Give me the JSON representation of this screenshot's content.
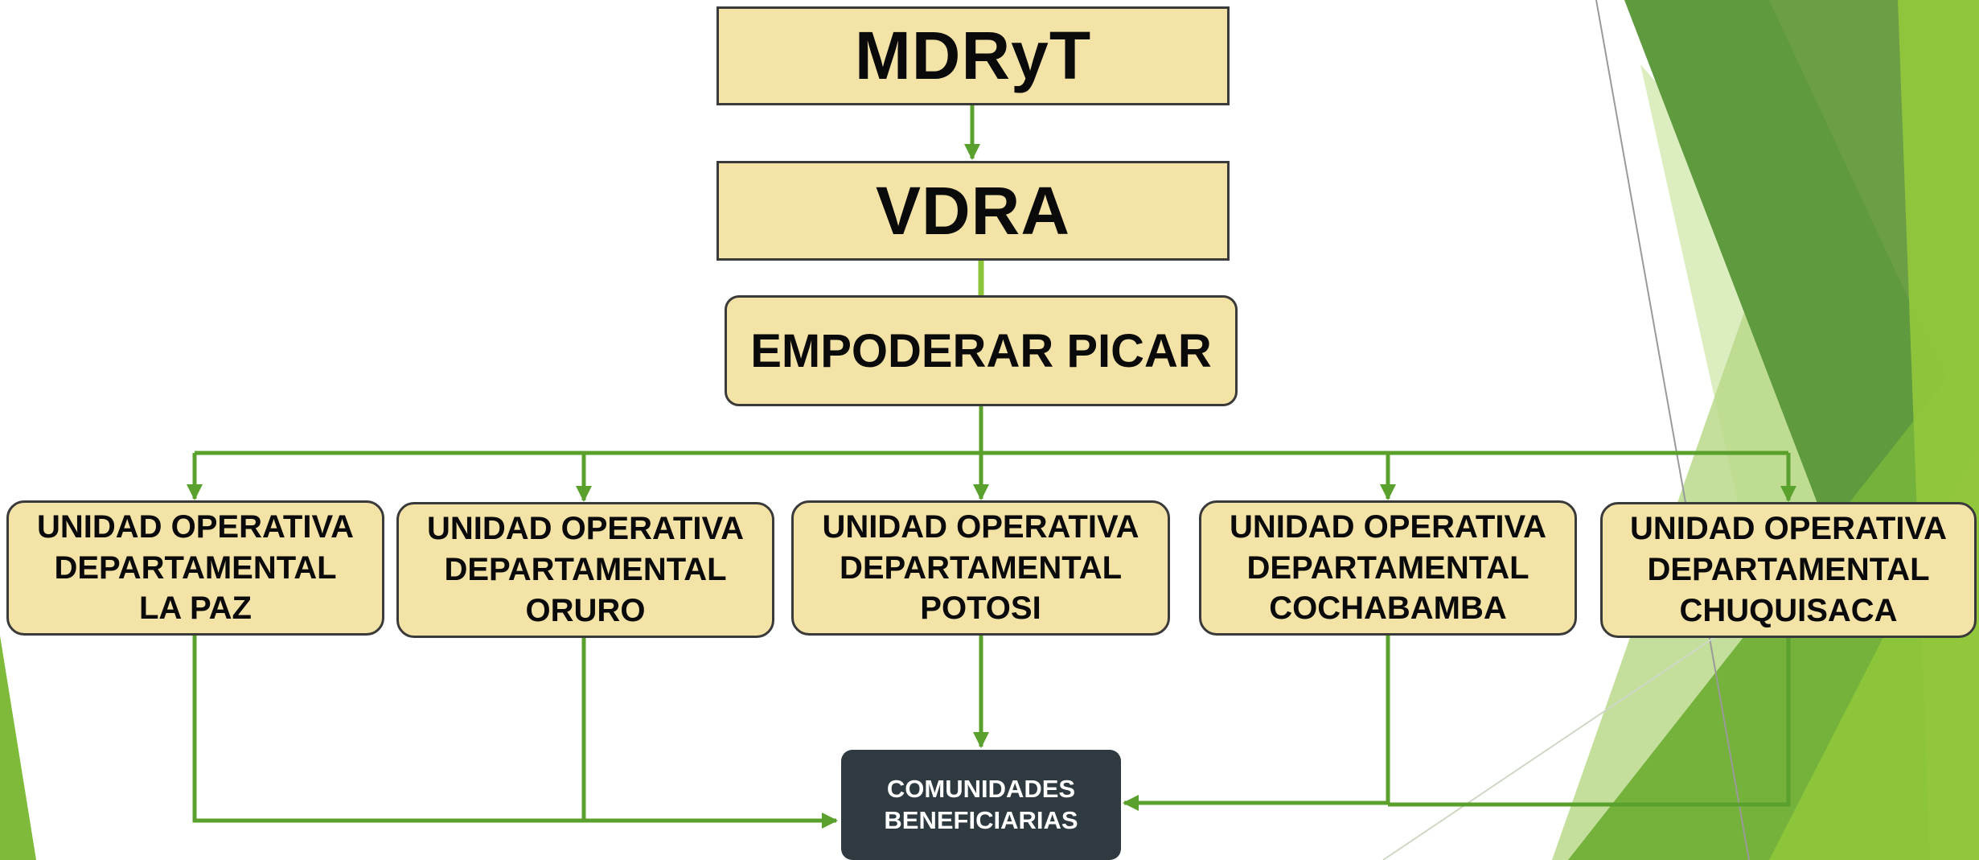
{
  "colors": {
    "box_fill": "#f4e3a7",
    "box_border": "#3a3a3a",
    "connector": "#5aa02c",
    "target_fill": "#2e3a40",
    "target_text": "#ffffff"
  },
  "diagram": {
    "ministry": {
      "label": "MDRyT"
    },
    "vice_ministry": {
      "label": "VDRA"
    },
    "program": {
      "label": "EMPODERAR PICAR"
    },
    "units": [
      {
        "line1": "UNIDAD OPERATIVA",
        "line2": "DEPARTAMENTAL",
        "line3": "LA PAZ"
      },
      {
        "line1": "UNIDAD OPERATIVA",
        "line2": "DEPARTAMENTAL",
        "line3": "ORURO"
      },
      {
        "line1": "UNIDAD OPERATIVA",
        "line2": "DEPARTAMENTAL",
        "line3": "POTOSI"
      },
      {
        "line1": "UNIDAD OPERATIVA",
        "line2": "DEPARTAMENTAL",
        "line3": "COCHABAMBA"
      },
      {
        "line1": "UNIDAD OPERATIVA",
        "line2": "DEPARTAMENTAL",
        "line3": "CHUQUISACA"
      }
    ],
    "target": {
      "line1": "COMUNIDADES",
      "line2": "BENEFICIARIAS"
    }
  }
}
